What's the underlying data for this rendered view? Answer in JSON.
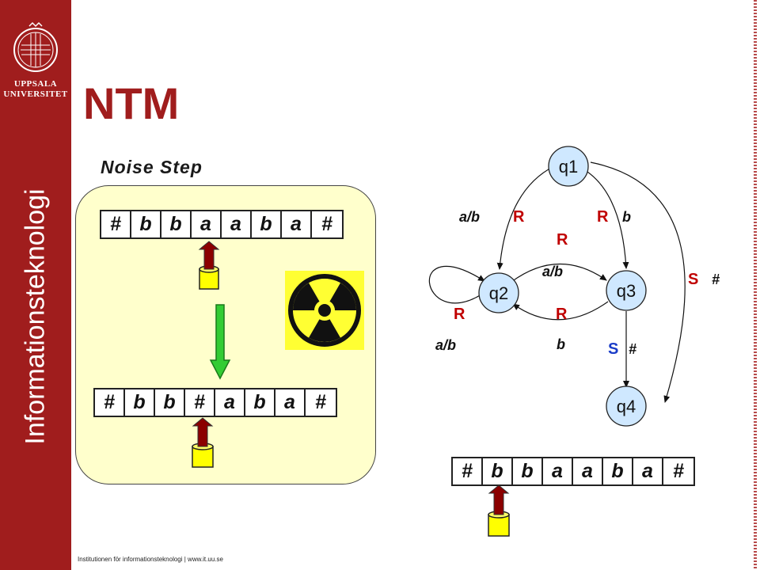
{
  "sidebar": {
    "university_line1": "UPPSALA",
    "university_line2": "UNIVERSITET",
    "vertical_title": "Informationsteknologi"
  },
  "slide": {
    "title": "NTM",
    "subtitle": "Noise Step"
  },
  "tapes": {
    "before": [
      "#",
      "b",
      "b",
      "a",
      "a",
      "b",
      "a",
      "#"
    ],
    "after": [
      "#",
      "b",
      "b",
      "#",
      "a",
      "b",
      "a",
      "#"
    ],
    "machine": [
      "#",
      "b",
      "b",
      "a",
      "a",
      "b",
      "a",
      "#"
    ]
  },
  "icons": {
    "head": "tape-head-icon",
    "arrow": "down-arrow-icon",
    "hazard": "radiation-hazard-icon"
  },
  "diagram": {
    "states": {
      "q1": "q1",
      "q2": "q2",
      "q3": "q3",
      "q4": "q4"
    },
    "edges": {
      "q1_q2_read": "a/b",
      "q1_q2_move": "R",
      "q1_q3_move": "R",
      "q1_q3_read": "b",
      "q2_q3_move": "R",
      "q2_q3_read": "a/b",
      "q2_loop_move": "R",
      "q2_loop_read": "a/b",
      "q3_q2_move": "R",
      "q3_q2_read": "b",
      "q3_q4_move": "S",
      "q3_q4_read": "#",
      "q1_q4_move": "S",
      "q1_q4_read": "#"
    }
  },
  "colors": {
    "brand_red": "#a01d1d",
    "noise_box": "#ffffcc",
    "state_fill": "#cfe8ff",
    "move_label": "#c00000",
    "arrow_green": "#33cc33",
    "head_red": "#8b0000",
    "head_yellow": "#ffff00"
  },
  "footer": {
    "text": "Institutionen för informationsteknologi | www.it.uu.se"
  }
}
